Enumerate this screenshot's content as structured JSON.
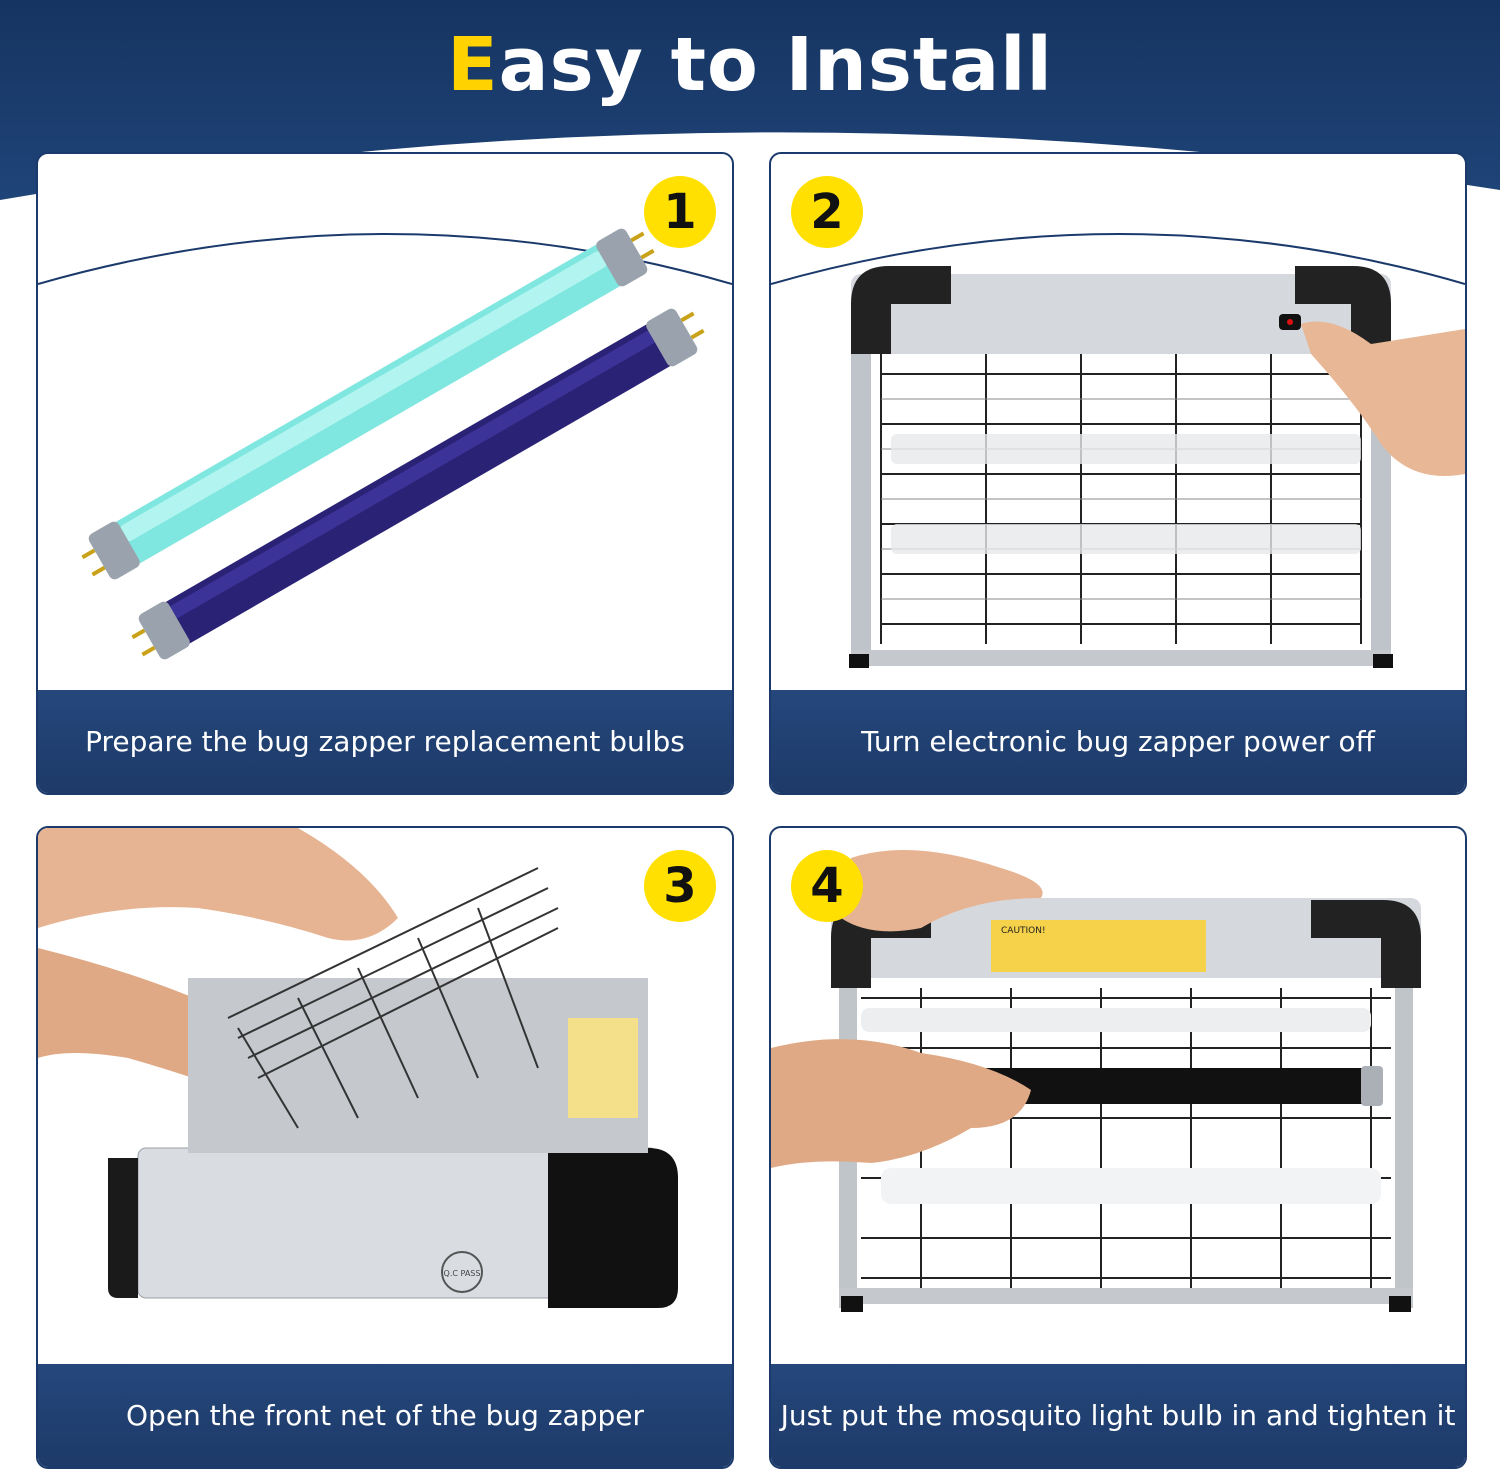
{
  "header": {
    "title_first_letter": "E",
    "title_rest": "asy to Install"
  },
  "steps": [
    {
      "number": "1",
      "caption": "Prepare the bug zapper replacement bulbs"
    },
    {
      "number": "2",
      "caption": "Turn electronic bug zapper power off"
    },
    {
      "number": "3",
      "caption": "Open the front net of the bug zapper"
    },
    {
      "number": "4",
      "caption": "Just put the mosquito light bulb in and tighten it"
    }
  ],
  "labels": {
    "caution_sticker": "CAUTION!",
    "qc_stamp": "Q.C PASS"
  },
  "colors": {
    "navy": "#1d3a68",
    "accent_yellow": "#ffe000",
    "title_yellow": "#ffd200"
  }
}
